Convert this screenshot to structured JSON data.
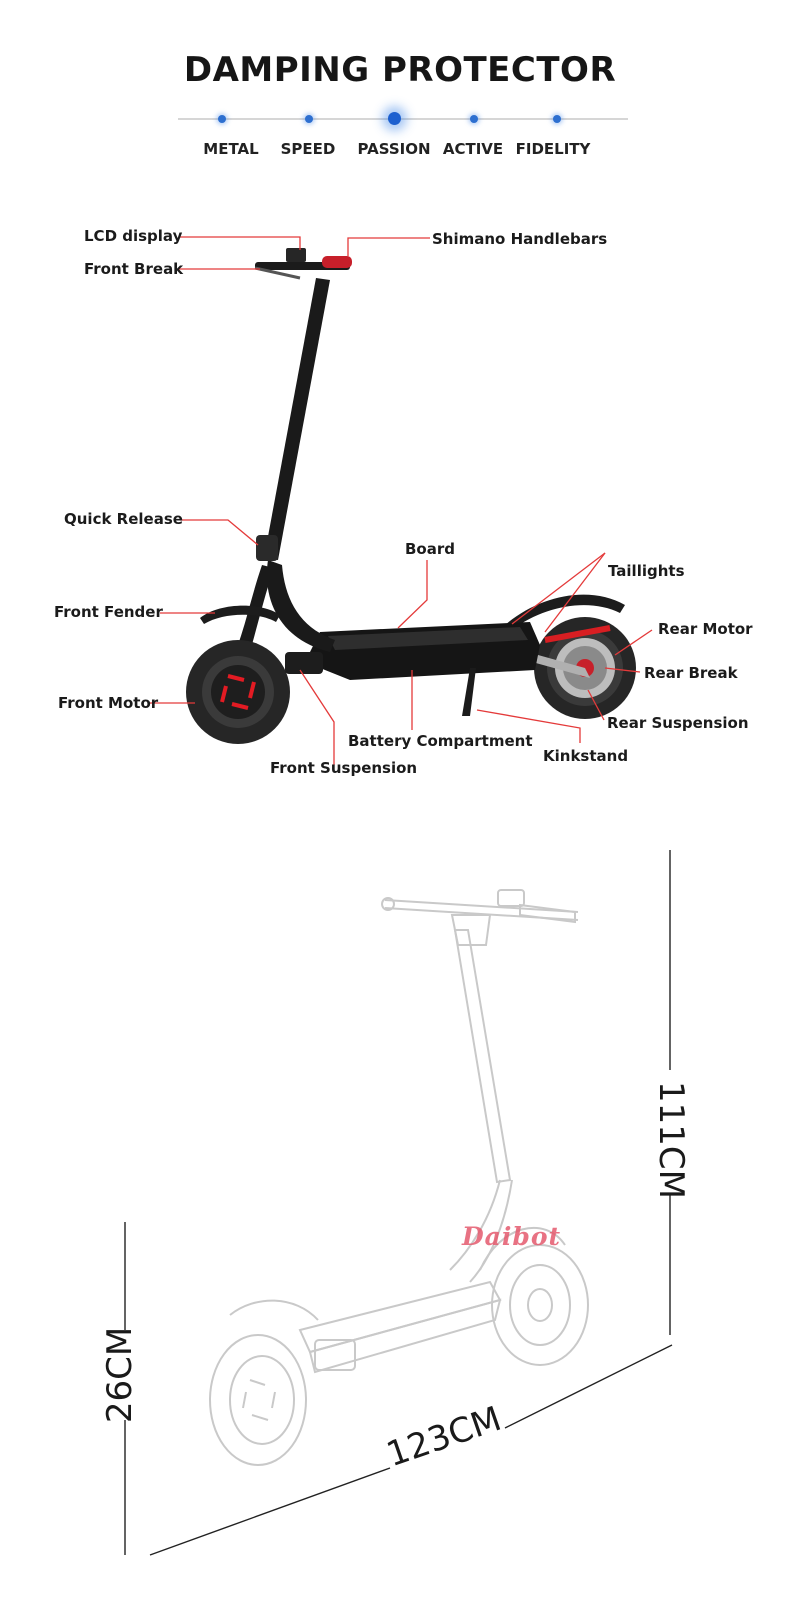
{
  "header": {
    "title": "DAMPING PROTECTOR",
    "steps": [
      "METAL",
      "SPEED",
      "PASSION",
      "ACTIVE",
      "FIDELITY"
    ],
    "active_step": "PASSION",
    "accent_color": "#1c5fcf"
  },
  "diagram": {
    "callouts": {
      "lcd_display": "LCD display",
      "front_break": "Front Break",
      "shimano_handlebars": "Shimano Handlebars",
      "quick_release": "Quick Release",
      "board": "Board",
      "taillights": "Taillights",
      "front_fender": "Front Fender",
      "rear_motor": "Rear Motor",
      "rear_break": "Rear Break",
      "front_motor": "Front Motor",
      "rear_suspension": "Rear Suspension",
      "battery_compartment": "Battery Compartment",
      "kinkstand": "Kinkstand",
      "front_suspension": "Front Suspension"
    },
    "leader_color": "#e43a3a",
    "accent_red": "#d81e22"
  },
  "outline": {
    "height": "111CM",
    "length": "123CM",
    "deck_height": "26CM",
    "watermark": "Daibot"
  }
}
